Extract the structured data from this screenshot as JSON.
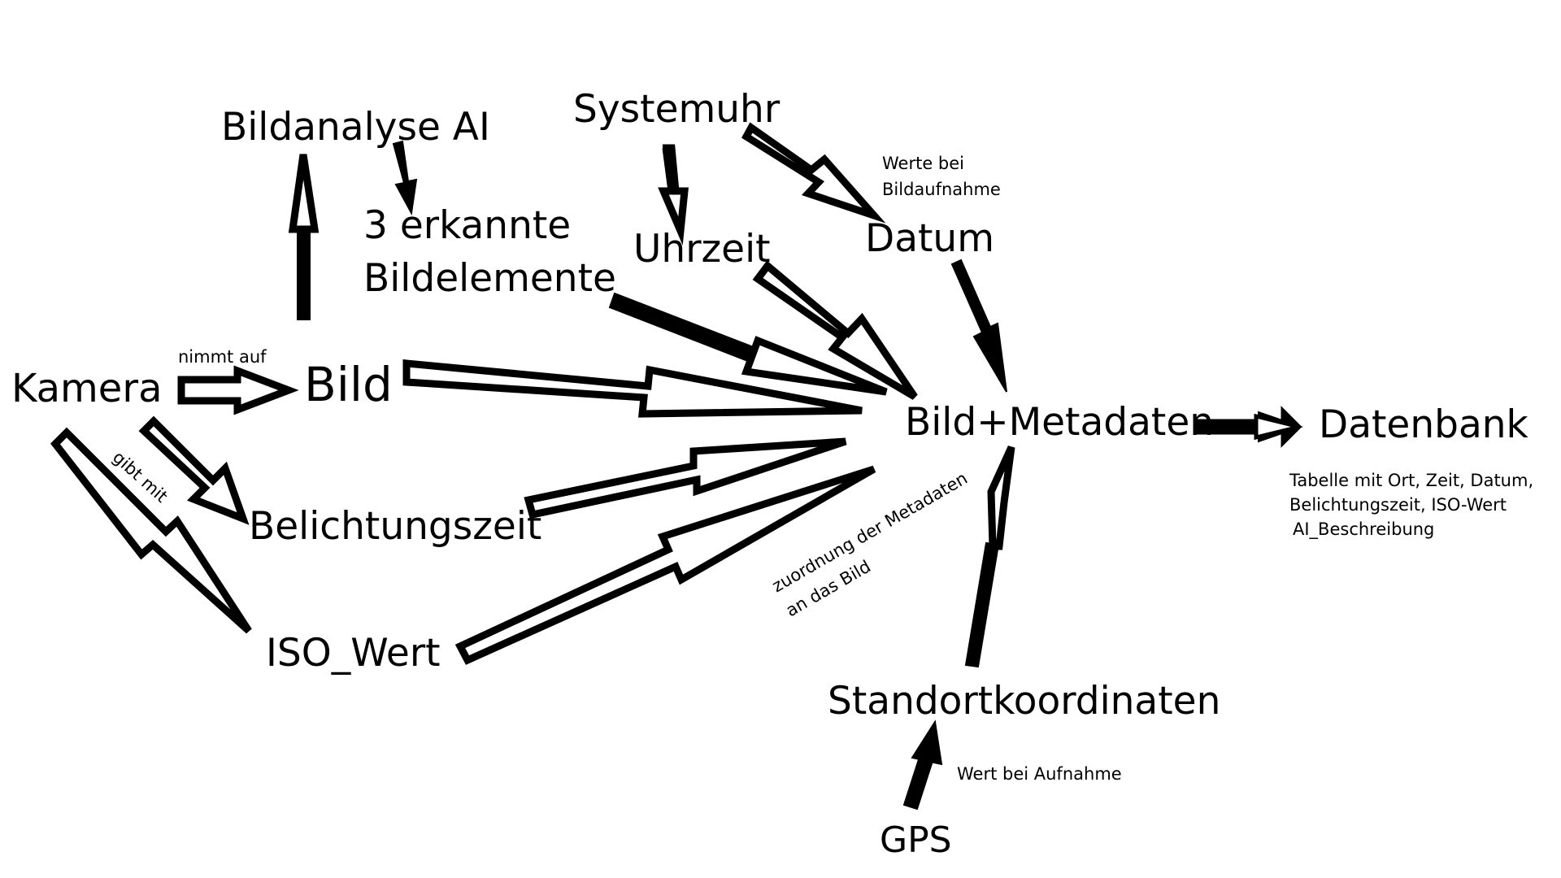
{
  "colors": {
    "ink": "#000000",
    "background": "#ffffff"
  },
  "nodes": {
    "kamera": "Kamera",
    "bild": "Bild",
    "bildanalyse": "Bildanalyse AI",
    "erkannte_line1": "3 erkannte",
    "erkannte_line2": "Bildelemente",
    "systemuhr": "Systemuhr",
    "uhrzeit": "Uhrzeit",
    "datum": "Datum",
    "belichtungszeit": "Belichtungszeit",
    "iso_wert": "ISO_Wert",
    "bild_metadaten": "Bild+Metadaten",
    "datenbank": "Datenbank",
    "standortkoordinaten": "Standortkoordinaten",
    "gps": "GPS"
  },
  "notes": {
    "nimmt_auf": "nimmt auf",
    "gibt_mit": "gibt mit",
    "werte_line1": "Werte bei",
    "werte_line2": "Bildaufnahme",
    "zuordnung_line1": "zuordnung der Metadaten",
    "zuordnung_line2": "an das Bild",
    "wert_bei_aufnahme": "Wert bei Aufnahme",
    "tabelle_line1": "Tabelle mit Ort, Zeit, Datum,",
    "tabelle_line2": "Belichtungszeit, ISO-Wert",
    "tabelle_line3": "AI_Beschreibung"
  }
}
